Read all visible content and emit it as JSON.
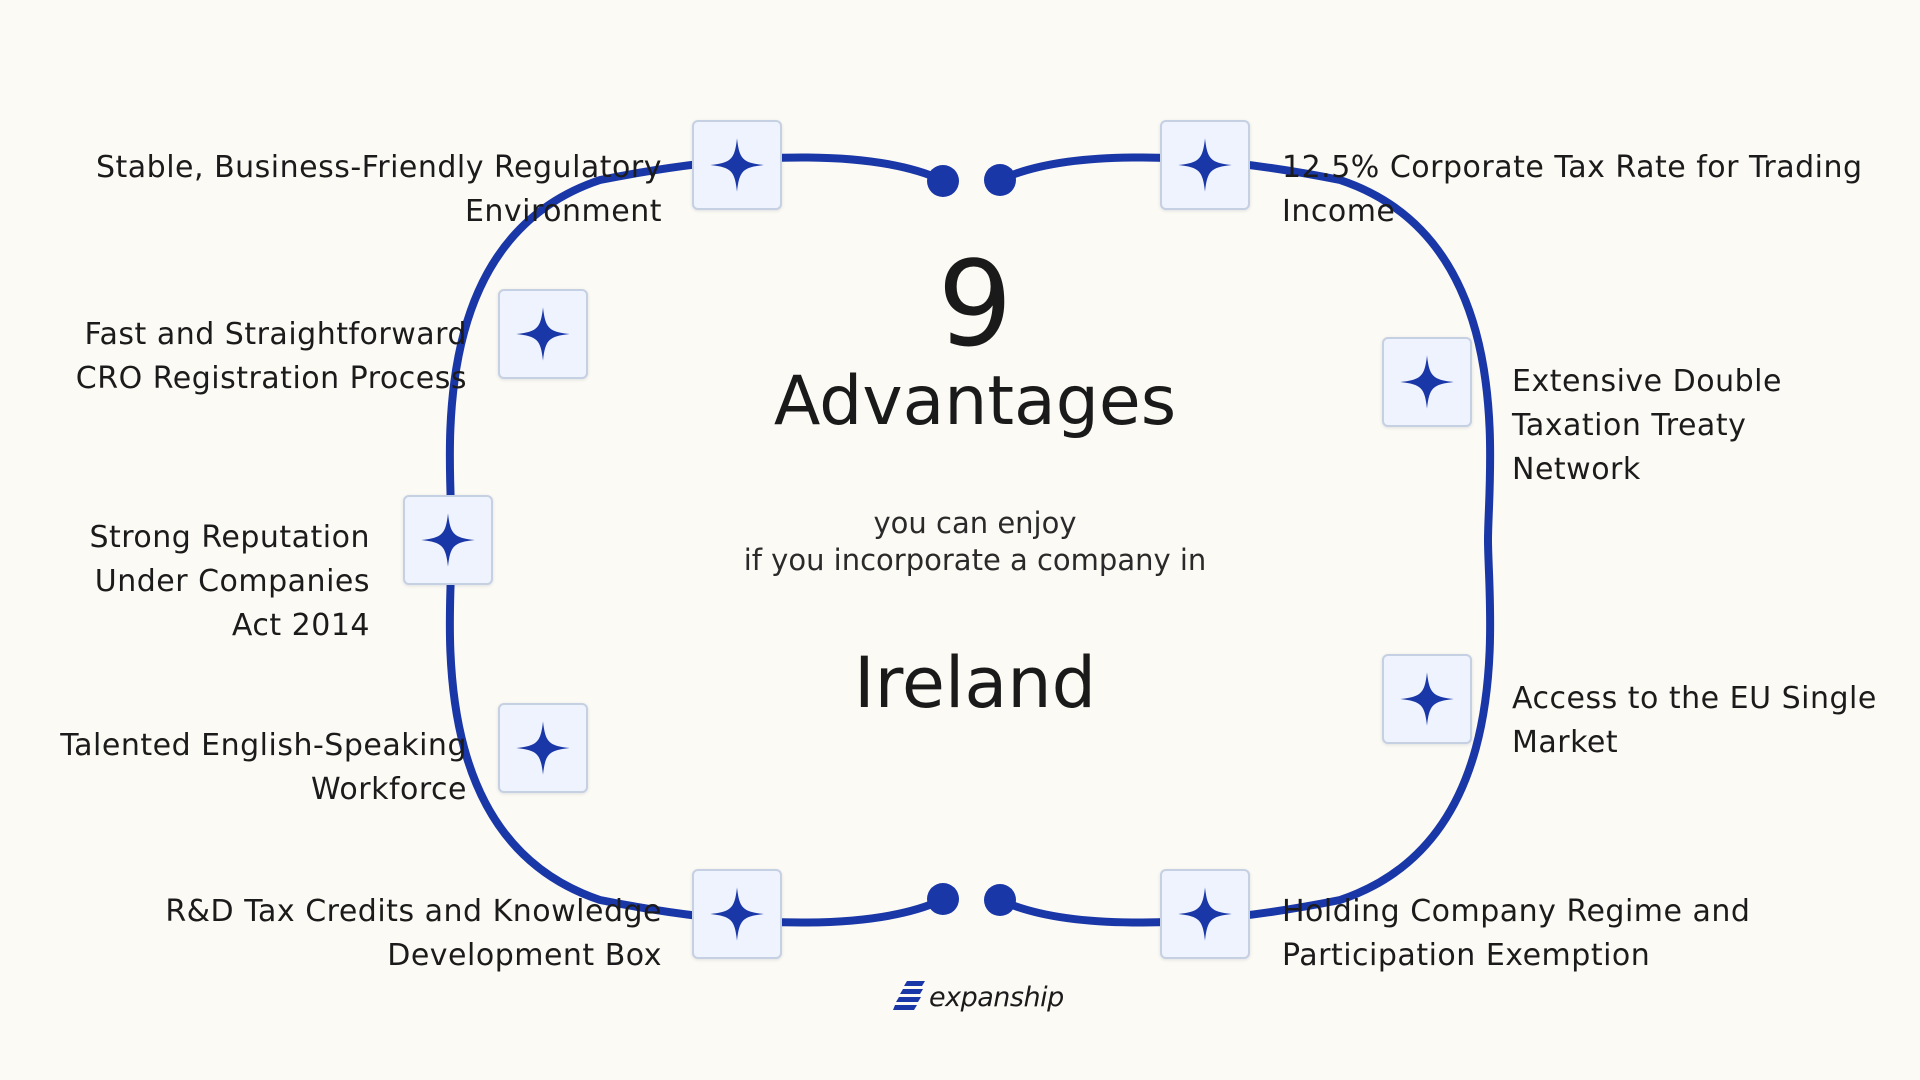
{
  "colors": {
    "background": "#fcfaf4",
    "accent": "#1a37a8",
    "node_fill": "#eef3fd",
    "node_border": "#c5d0e3",
    "text": "#1b1b1b"
  },
  "center": {
    "number": "9",
    "headline": "Advantages",
    "subtitle_line1": "you can enjoy",
    "subtitle_line2": "if you incorporate a company in",
    "country": "Ireland"
  },
  "advantages": [
    {
      "label": "Stable, Business-Friendly Regulatory\nEnvironment",
      "side": "left",
      "icon": "sparkle-icon"
    },
    {
      "label": "Fast and Straightforward\nCRO Registration Process",
      "side": "left",
      "icon": "sparkle-icon"
    },
    {
      "label": "Strong Reputation\nUnder Companies\nAct 2014",
      "side": "left",
      "icon": "sparkle-icon"
    },
    {
      "label": "Talented English-Speaking\nWorkforce",
      "side": "left",
      "icon": "sparkle-icon"
    },
    {
      "label": "R&D Tax Credits and Knowledge\nDevelopment Box",
      "side": "left",
      "icon": "sparkle-icon"
    },
    {
      "label": "12.5% Corporate Tax Rate for Trading\nIncome",
      "side": "right",
      "icon": "sparkle-icon"
    },
    {
      "label": "Extensive Double\nTaxation Treaty\nNetwork",
      "side": "right",
      "icon": "sparkle-icon"
    },
    {
      "label": "Access to the EU Single\nMarket",
      "side": "right",
      "icon": "sparkle-icon"
    },
    {
      "label": "Holding Company Regime and\nParticipation Exemption",
      "side": "right",
      "icon": "sparkle-icon"
    }
  ],
  "brand": {
    "name": "expanship",
    "icon": "expanship-logo-icon"
  }
}
